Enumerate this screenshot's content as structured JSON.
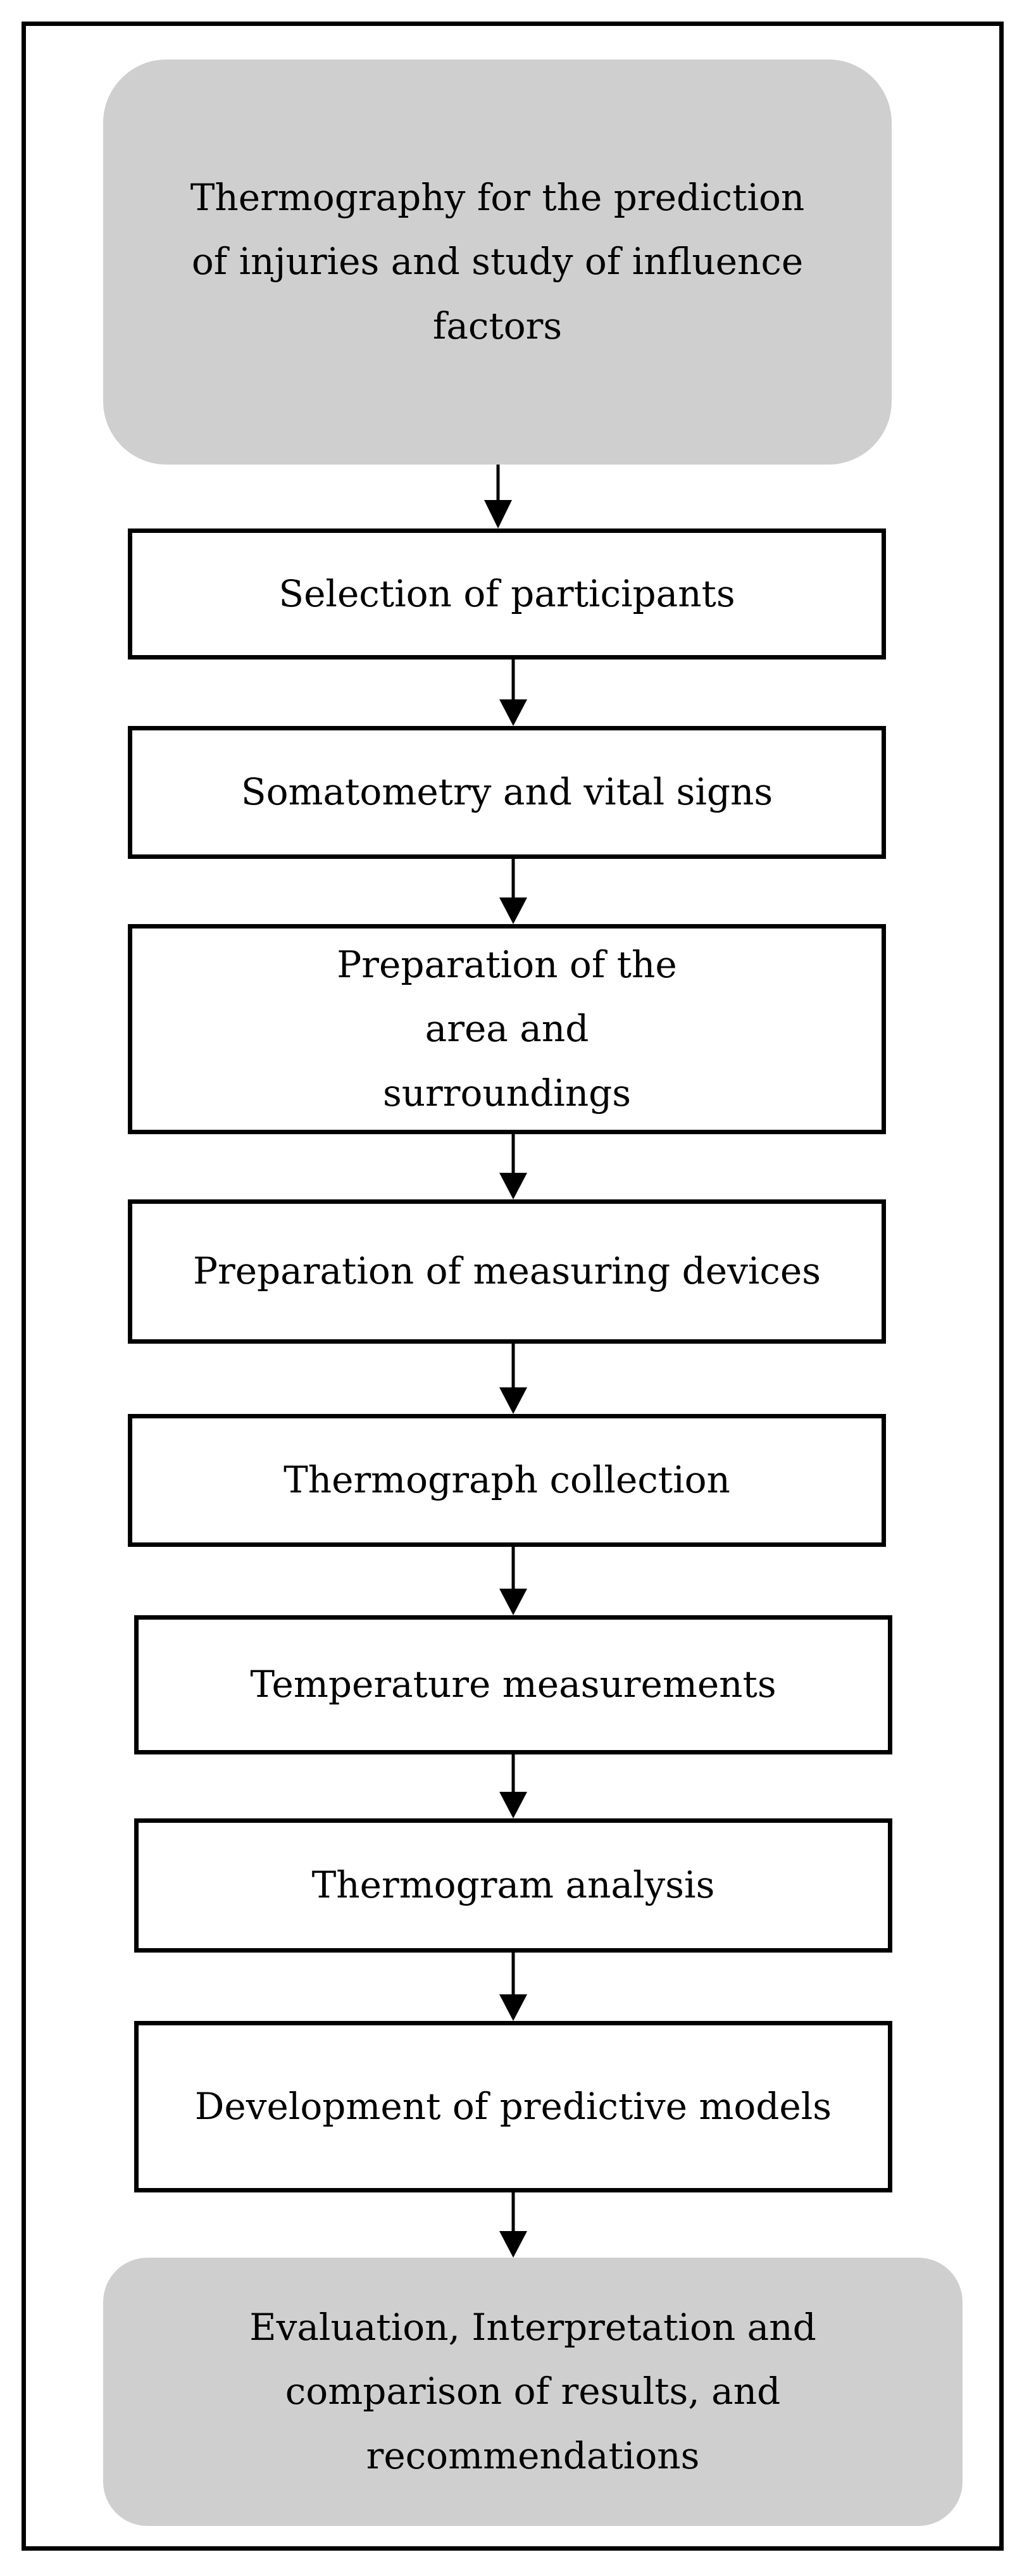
{
  "diagram": {
    "start": "Thermography for the prediction of injuries and study of influence factors",
    "steps": [
      "Selection of participants",
      "Somatometry and vital signs",
      "Preparation of the area and surroundings",
      "Preparation of measuring devices",
      "Thermograph collection",
      "Temperature measurements",
      "Thermogram analysis",
      "Development of predictive models"
    ],
    "end": "Evaluation, Interpretation and comparison of results, and recommendations"
  },
  "colors": {
    "terminal_fill": "#d0cfd0",
    "box_fill": "#ffffff",
    "stroke": "#000000"
  }
}
